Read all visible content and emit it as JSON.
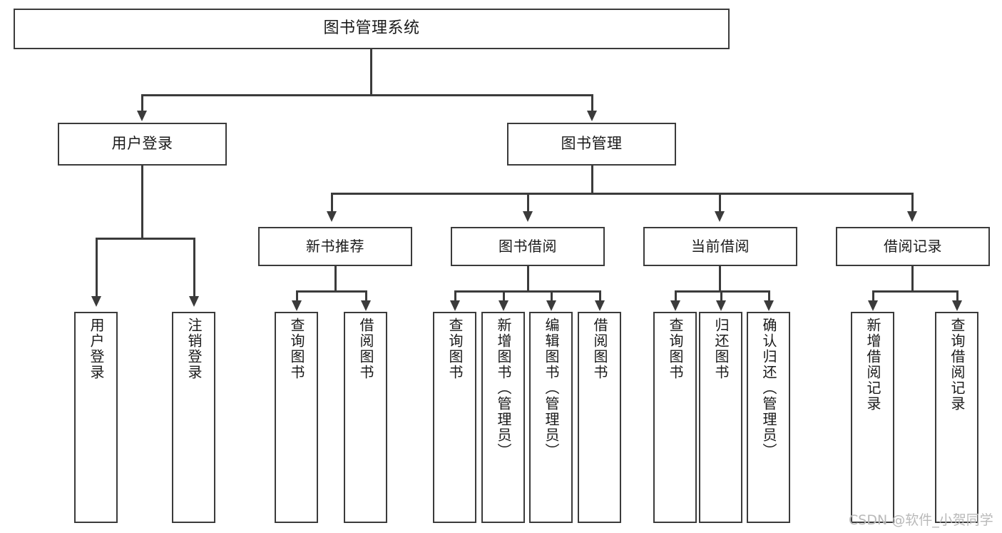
{
  "diagram": {
    "type": "tree-hierarchy-chart",
    "title": "图书管理系统",
    "root": {
      "label": "图书管理系统"
    },
    "level2": [
      {
        "label": "用户登录"
      },
      {
        "label": "图书管理"
      }
    ],
    "level3": [
      {
        "label": "新书推荐"
      },
      {
        "label": "图书借阅"
      },
      {
        "label": "当前借阅"
      },
      {
        "label": "借阅记录"
      }
    ],
    "leaves": {
      "user_login": [
        {
          "label": "用户登录"
        },
        {
          "label": "注销登录"
        }
      ],
      "new_book_recommend": [
        {
          "label": "查询图书"
        },
        {
          "label": "借阅图书"
        }
      ],
      "book_borrow": [
        {
          "label": "查询图书"
        },
        {
          "label": "新增图书（管理员）"
        },
        {
          "label": "编辑图书（管理员）"
        },
        {
          "label": "借阅图书"
        }
      ],
      "current_borrow": [
        {
          "label": "查询图书"
        },
        {
          "label": "归还图书"
        },
        {
          "label": "确认归还（管理员）"
        }
      ],
      "borrow_record": [
        {
          "label": "新增借阅记录"
        },
        {
          "label": "查询借阅记录"
        }
      ]
    }
  },
  "watermark": {
    "text": "CSDN @软件_小贺同学"
  },
  "colors": {
    "stroke": "#3b3b3b",
    "background": "#ffffff",
    "text": "#1a1a1a",
    "watermark": "#b9b9b9"
  }
}
